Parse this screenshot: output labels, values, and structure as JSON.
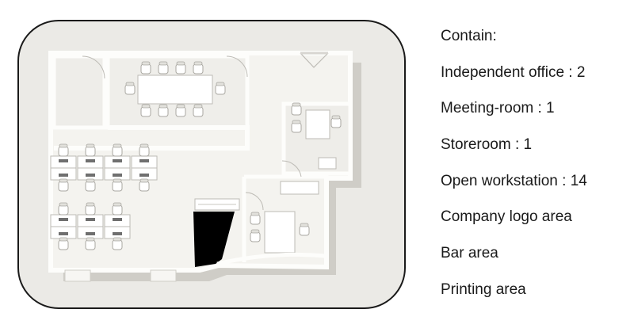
{
  "legend": {
    "heading": "Contain:",
    "items": [
      "Independent office :  2",
      "Meeting-room : 1",
      "Storeroom : 1",
      "Open workstation : 14",
      "Company logo area",
      "Bar area",
      "Printing area"
    ]
  },
  "colors": {
    "frame_border": "#1a1a1a",
    "plan_background": "#ebeae6",
    "floor": "#f4f3ef",
    "wall": "#fdfdfb",
    "shadow": "#cfcdc7",
    "logo_block": "#000000",
    "text": "#1a1a1a"
  }
}
